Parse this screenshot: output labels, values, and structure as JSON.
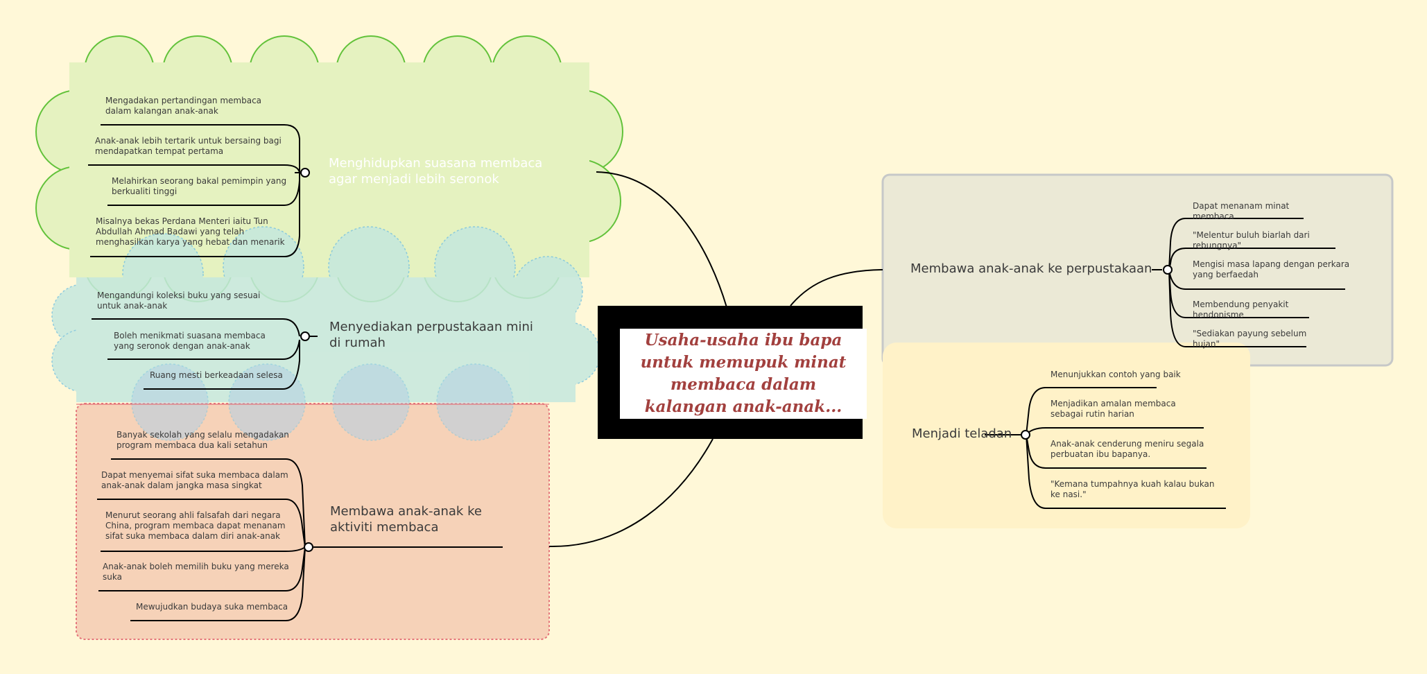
{
  "central_topic": "Usaha-usaha ibu bapa untuk memupuk minat membaca dalam kalangan anak-anak...",
  "colors": {
    "background": "#fff8d8",
    "central_text": "#a2403e",
    "green_cloud_fill": "#e5f2c0",
    "green_cloud_stroke": "#62c23a",
    "blue_cloud_fill": "#c5e8de",
    "blue_cloud_stroke": "#7cc4e0",
    "orange_box_fill": "#f6d2b8",
    "orange_box_stroke": "#e4747a",
    "gray_box_fill": "#ebe9d6",
    "gray_box_stroke": "#c6c8c8",
    "yellow_box_fill": "#fff2c8"
  },
  "branches": {
    "suasana": {
      "title": "Menghidupkan suasana membaca agar menjadi lebih seronok",
      "items": [
        "Mengadakan pertandingan membaca dalam kalangan anak-anak",
        "Anak-anak lebih tertarik untuk bersaing bagi mendapatkan tempat pertama",
        "Melahirkan seorang bakal pemimpin yang berkualiti tinggi",
        "Misalnya bekas Perdana Menteri iaitu Tun Abdullah Ahmad Badawi yang telah menghasilkan karya yang hebat dan menarik"
      ]
    },
    "perpustakaan_mini": {
      "title": "Menyediakan perpustakaan mini di rumah",
      "items": [
        "Mengandungi koleksi buku yang sesuai untuk anak-anak",
        "Boleh menikmati suasana membaca yang seronok dengan anak-anak",
        "Ruang mesti berkeadaan selesa"
      ]
    },
    "aktiviti": {
      "title": "Membawa anak-anak ke aktiviti membaca",
      "items": [
        "Banyak sekolah yang selalu mengadakan program membaca dua kali setahun",
        "Dapat menyemai sifat suka membaca dalam anak-anak dalam jangka masa singkat",
        "Menurut seorang ahli falsafah dari negara China, program membaca dapat menanam sifat suka membaca dalam diri anak-anak",
        "Anak-anak boleh memilih buku yang mereka suka",
        "Mewujudkan budaya suka membaca"
      ]
    },
    "perpustakaan": {
      "title": "Membawa anak-anak ke perpustakaan",
      "items": [
        "Dapat menanam minat membaca",
        "\"Melentur buluh biarlah dari rebungnya\"",
        "Mengisi masa lapang dengan perkara yang berfaedah",
        "Membendung penyakit hendonisme",
        "\"Sediakan payung sebelum hujan\""
      ]
    },
    "teladan": {
      "title": "Menjadi teladan",
      "items": [
        "Menunjukkan contoh yang baik",
        "Menjadikan amalan membaca sebagai rutin harian",
        "Anak-anak cenderung meniru segala perbuatan ibu bapanya.",
        "\"Kemana tumpahnya kuah kalau bukan ke nasi.\""
      ]
    }
  }
}
